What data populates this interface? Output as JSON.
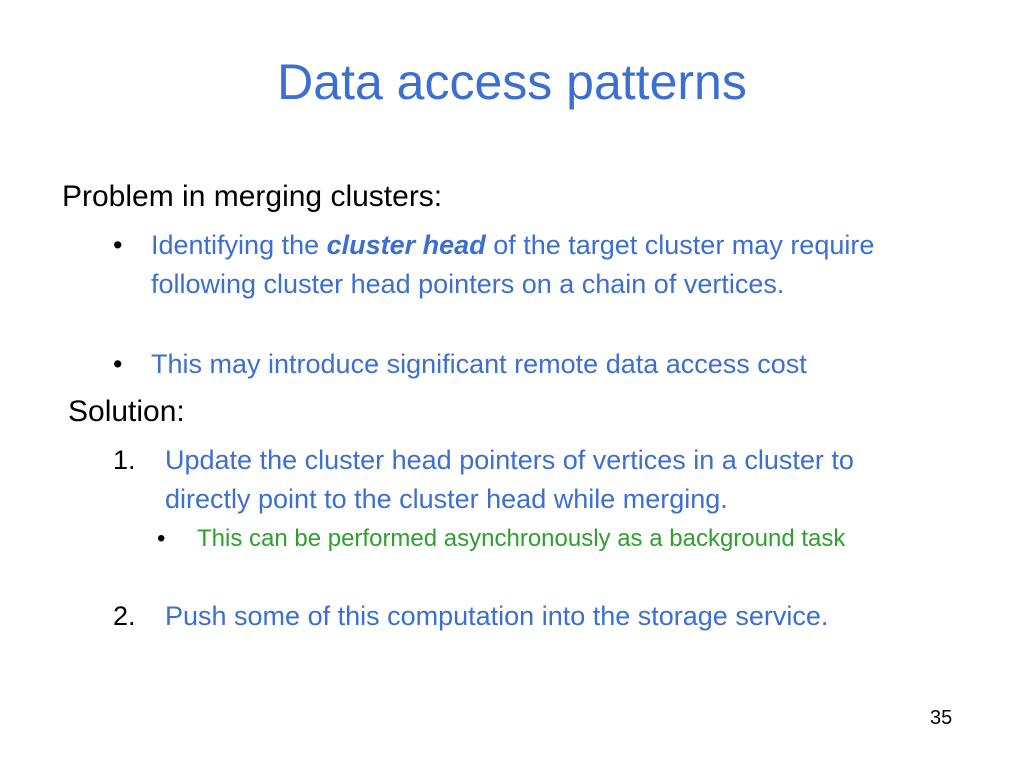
{
  "slide": {
    "title": "Data access patterns",
    "problem_heading": "Problem in merging clusters:",
    "problem_bullets": [
      {
        "marker": "•",
        "text_before": "Identifying the ",
        "emphasis": "cluster head",
        "text_after": " of the target cluster may require following cluster head pointers on a chain of vertices."
      },
      {
        "marker": "•",
        "text": "This may introduce significant remote data access cost"
      }
    ],
    "solution_heading": "Solution:",
    "solution_items": [
      {
        "marker": "1.",
        "text": "Update the cluster head pointers of vertices in a cluster to directly point to the cluster head while merging.",
        "sub_bullet": {
          "marker": "•",
          "text": "This can be performed asynchronously as a background task"
        }
      },
      {
        "marker": "2.",
        "text": "Push some of this computation into the storage service."
      }
    ],
    "page_number": "35"
  },
  "colors": {
    "title": "#3b6fd0",
    "body_blue": "#3b6fd0",
    "sub_green": "#2ea02e",
    "heading_black": "#000000",
    "background": "#ffffff"
  }
}
